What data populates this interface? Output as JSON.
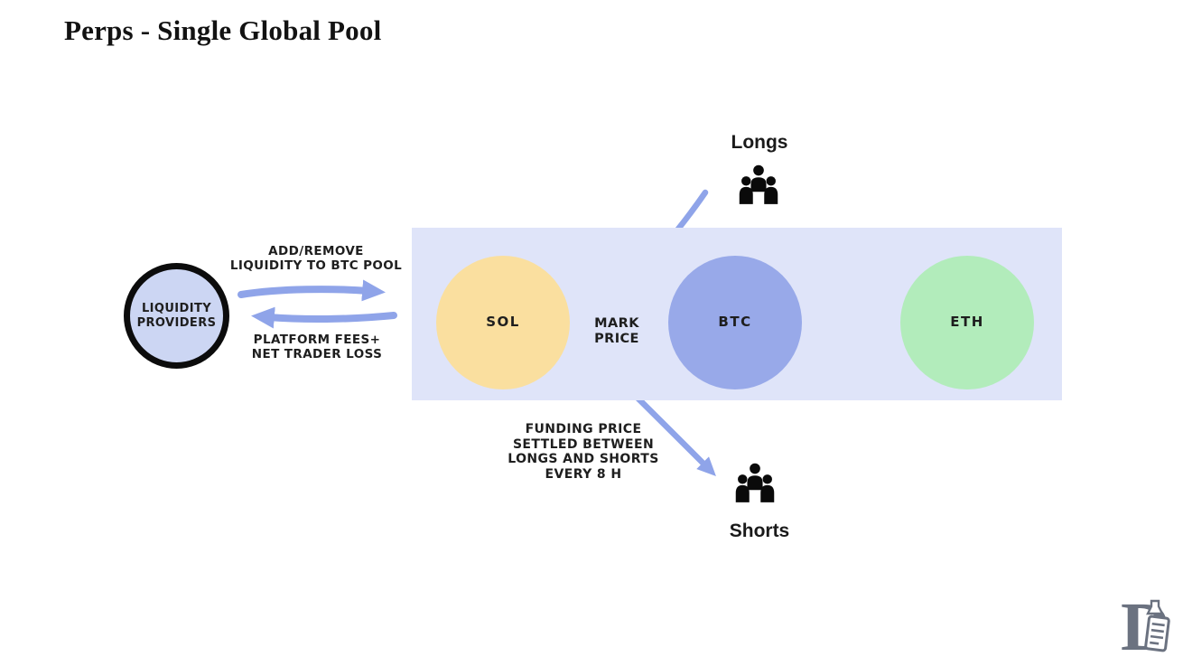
{
  "title": "Perps - Single Global Pool",
  "colors": {
    "arrow_blue": "#8fa4e9",
    "pool_background": "#dfe4f9",
    "lp_circle_fill": "#ccd6f3",
    "sol_circle": "#fadf9f",
    "btc_circle": "#98a9e9",
    "eth_circle": "#b2ecbb",
    "ink": "#1e1e1e",
    "logo_gray": "#6b7280"
  },
  "liquidity_providers": {
    "label": "LIQUIDITY\nPROVIDERS"
  },
  "flow_labels": {
    "to_pool": "ADD/REMOVE\nLIQUIDITY TO BTC POOL",
    "from_pool": "PLATFORM FEES+\nNET TRADER LOSS",
    "funding": "FUNDING PRICE\nSETTLED BETWEEN\nLONGS AND SHORTS\nEVERY 8 H"
  },
  "pool": {
    "mark_price": "MARK\nPRICE",
    "assets": [
      {
        "label": "SOL",
        "color": "#fadf9f"
      },
      {
        "label": "BTC",
        "color": "#98a9e9"
      },
      {
        "label": "ETH",
        "color": "#b2ecbb"
      }
    ]
  },
  "traders": {
    "longs": "Longs",
    "shorts": "Shorts"
  }
}
